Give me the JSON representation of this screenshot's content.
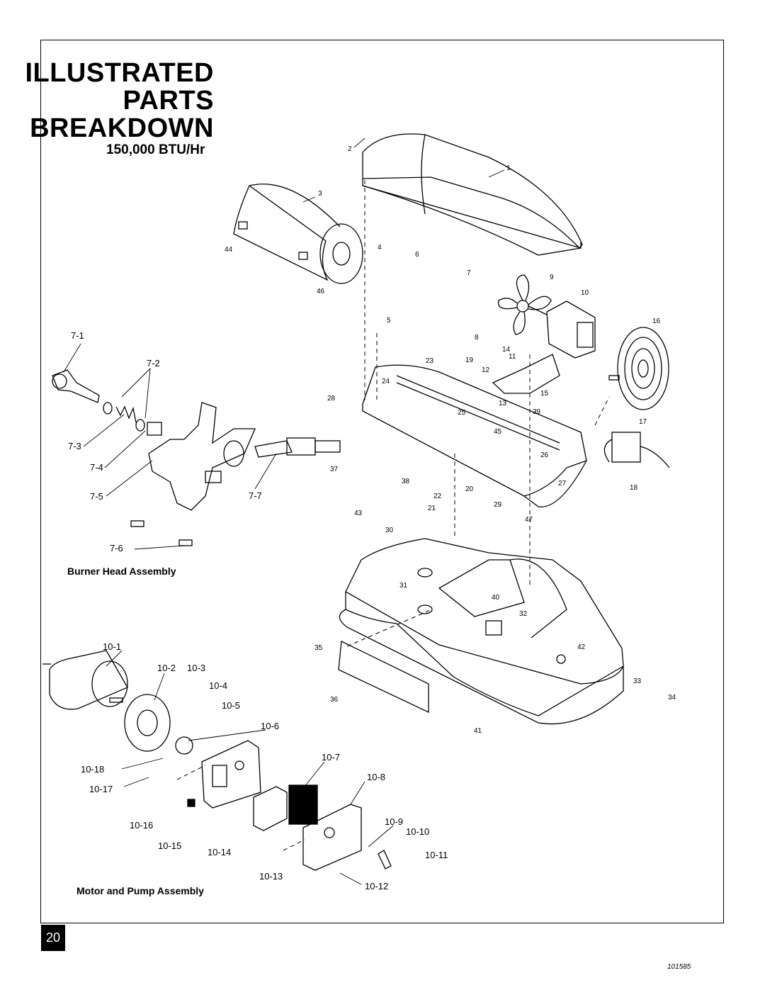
{
  "title": {
    "line1": "ILLUSTRATED",
    "line2": "PARTS",
    "line3": "BREAKDOWN"
  },
  "subtitle": "150,000 BTU/Hr",
  "sections": {
    "burner": "Burner Head Assembly",
    "motor": "Motor and Pump Assembly"
  },
  "page_number": "20",
  "doc_number": "101585",
  "labels": {
    "l1": "1",
    "l2": "2",
    "l3": "3",
    "l4": "4",
    "l5": "5",
    "l6": "6",
    "l7": "7",
    "l8": "8",
    "l9": "9",
    "l10": "10",
    "l11": "11",
    "l12": "12",
    "l13": "13",
    "l14": "14",
    "l15": "15",
    "l16": "16",
    "l17": "17",
    "l18": "18",
    "l19": "19",
    "l20": "20",
    "l21": "21",
    "l22": "22",
    "l23": "23",
    "l24": "24",
    "l25": "25",
    "l26": "26",
    "l27": "27",
    "l28": "28",
    "l29": "29",
    "l30": "30",
    "l31": "31",
    "l32": "32",
    "l33": "33",
    "l34": "34",
    "l35": "35",
    "l36": "36",
    "l37": "37",
    "l38": "38",
    "l39": "39",
    "l40": "40",
    "l41": "41",
    "l42": "42",
    "l43": "43",
    "l44": "44",
    "l45": "45",
    "l46": "46",
    "l47": "47",
    "b71": "7-1",
    "b72": "7-2",
    "b73": "7-3",
    "b74": "7-4",
    "b75": "7-5",
    "b76": "7-6",
    "b77": "7-7",
    "m1": "10-1",
    "m2": "10-2",
    "m3": "10-3",
    "m4": "10-4",
    "m5": "10-5",
    "m6": "10-6",
    "m7": "10-7",
    "m8": "10-8",
    "m9": "10-9",
    "m10": "10-10",
    "m11": "10-11",
    "m12": "10-12",
    "m13": "10-13",
    "m14": "10-14",
    "m15": "10-15",
    "m16": "10-16",
    "m17": "10-17",
    "m18": "10-18"
  }
}
